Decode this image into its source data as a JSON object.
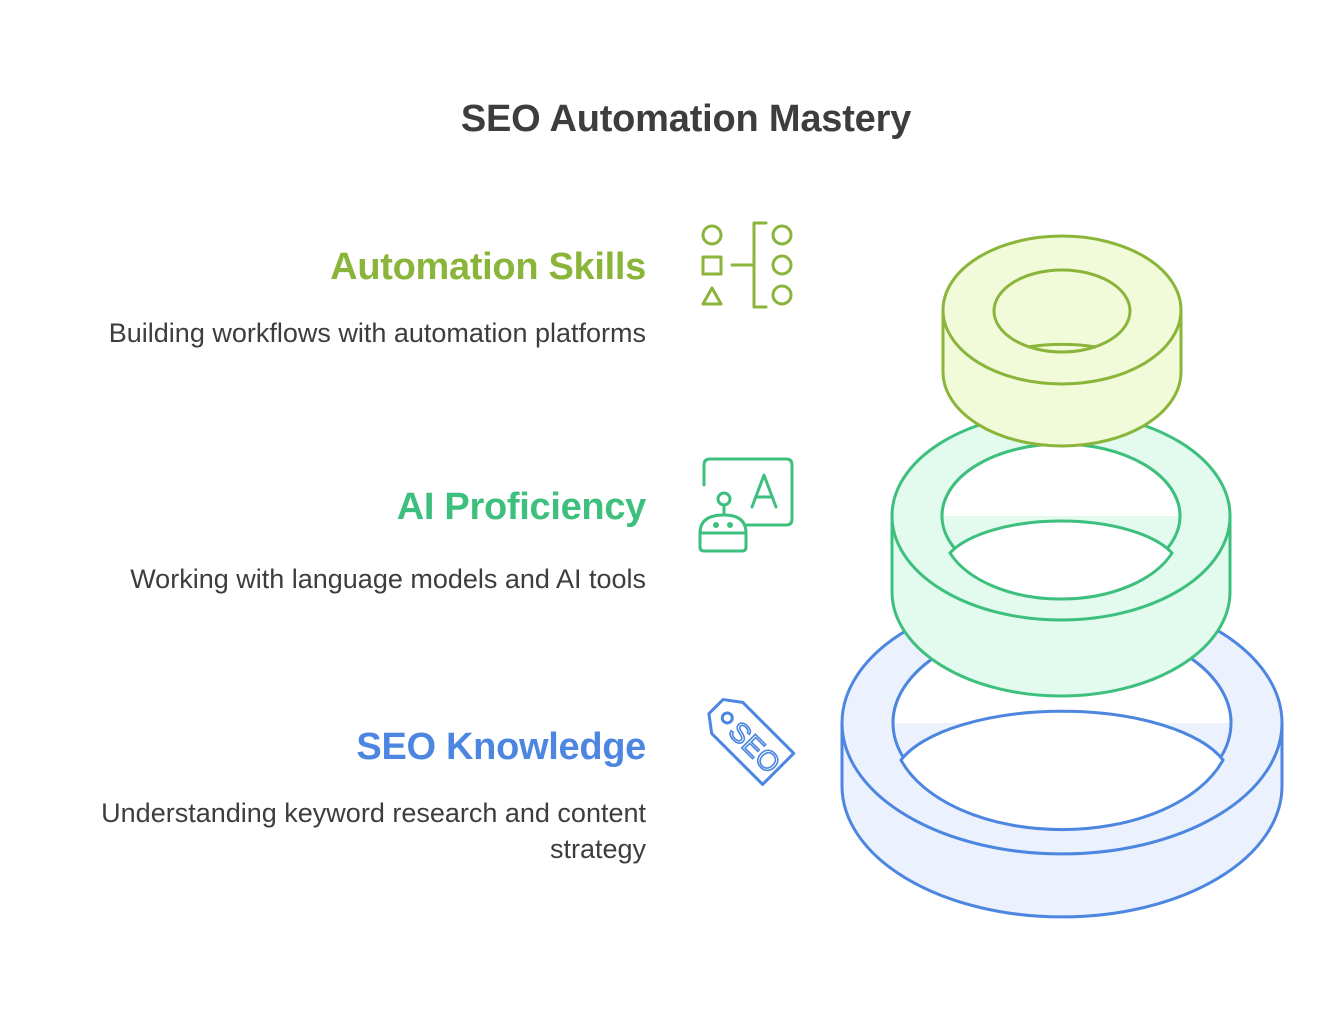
{
  "title": "SEO Automation Mastery",
  "colors": {
    "automation": "#8ab53a",
    "ai": "#3dbf7d",
    "seo": "#4c86e0",
    "text": "#3d3d3d"
  },
  "layers": [
    {
      "title": "Automation Skills",
      "description": "Building workflows with automation platforms",
      "icon": "workflow-icon"
    },
    {
      "title": "AI Proficiency",
      "description": "Working with language models and AI tools",
      "icon": "robot-icon"
    },
    {
      "title": "SEO Knowledge",
      "description": "Understanding keyword research and content strategy",
      "icon": "seo-tag-icon",
      "icon_text": "SEO"
    }
  ]
}
